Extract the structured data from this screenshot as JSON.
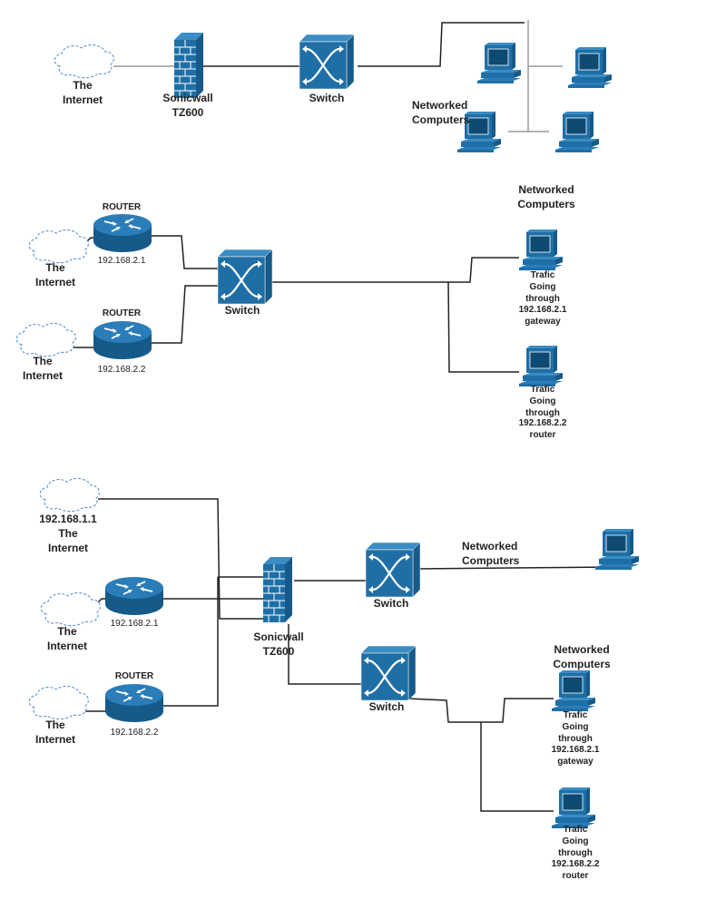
{
  "labels": {
    "internet": "The Internet",
    "the": "The",
    "internet_word": "Internet",
    "sonicwall": "Sonicwall",
    "tz600": "TZ600",
    "switch": "Switch",
    "router": "ROUTER",
    "networked": "Networked",
    "computers": "Computers",
    "ip_gateway": "192.168.1.1",
    "ip_router1": "192.168.2.1",
    "ip_router2": "192.168.2.2",
    "trafic": "Trafic",
    "going": "Going",
    "through": "through",
    "gateway": "gateway",
    "router_lower": "router"
  },
  "colors": {
    "device": "#1f6fa6",
    "device_dark": "#155a89",
    "device_light": "#3a8cc4",
    "cloud": "#4a8ad0"
  },
  "diagrams": [
    {
      "name": "sonicwall-direct",
      "devices": [
        "cloud",
        "firewall",
        "switch",
        "computer",
        "computer",
        "computer",
        "computer"
      ]
    },
    {
      "name": "dual-router",
      "devices": [
        "cloud",
        "router",
        "cloud",
        "router",
        "switch",
        "computer",
        "computer"
      ]
    },
    {
      "name": "sonicwall-dual-switch",
      "devices": [
        "cloud",
        "cloud",
        "router",
        "cloud",
        "router",
        "firewall",
        "switch",
        "switch",
        "computer",
        "computer",
        "computer"
      ]
    }
  ]
}
